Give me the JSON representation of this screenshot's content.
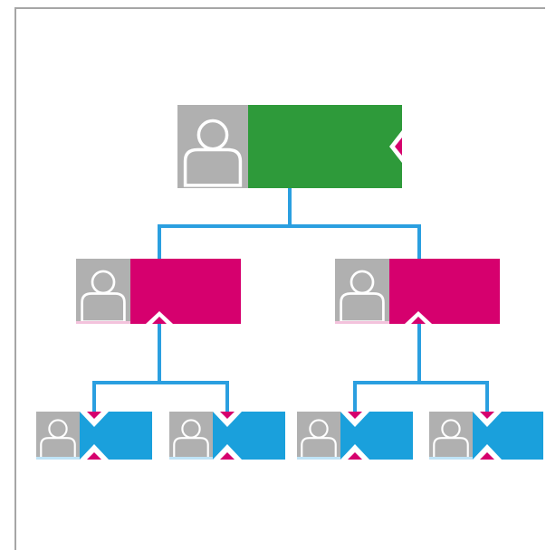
{
  "diagram": {
    "type": "org-chart",
    "colors": {
      "root": "#2e9a3a",
      "level2": "#d6006e",
      "level3": "#1aa0dc",
      "connector": "#2b9fe0",
      "arrow": "#d6006e",
      "avatar_bg": "#b0b0b0",
      "avatar_fg": "#ffffff"
    },
    "icons": {
      "avatar": "person-icon",
      "arrow": "triangle-arrow-icon"
    },
    "nodes": [
      {
        "id": "root",
        "level": 1,
        "parent": null
      },
      {
        "id": "left-manager",
        "level": 2,
        "parent": "root"
      },
      {
        "id": "right-manager",
        "level": 2,
        "parent": "root"
      },
      {
        "id": "left-report-1",
        "level": 3,
        "parent": "left-manager"
      },
      {
        "id": "left-report-2",
        "level": 3,
        "parent": "left-manager"
      },
      {
        "id": "right-report-1",
        "level": 3,
        "parent": "right-manager"
      },
      {
        "id": "right-report-2",
        "level": 3,
        "parent": "right-manager"
      }
    ]
  }
}
